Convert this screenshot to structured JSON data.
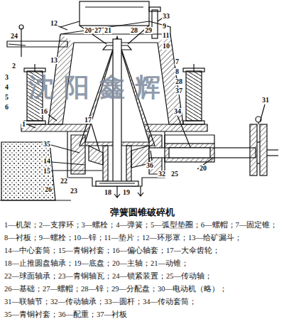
{
  "diagram": {
    "title": "弹簧圆锥破碎机",
    "labels": [
      "33",
      "9",
      "11",
      "12",
      "20",
      "27",
      "21",
      "28",
      "29",
      "24",
      "10",
      "7",
      "8",
      "13",
      "2",
      "3",
      "4",
      "5",
      "6",
      "28",
      "37",
      "16",
      "1",
      "17",
      "34",
      "31",
      "35",
      "36",
      "14",
      "15",
      "32",
      "25",
      "20",
      "26",
      "22",
      "23",
      "18",
      "19",
      "沈阳鑫辉",
      "1—机架；2—支撑环；3—螺栓；4—弹簧；5—弧型垫圈；6—螺帽；7—固定锥；",
      "8—衬板；9—螺栓；10—锌；11—垫片；12—环形罩；13—给矿漏斗；",
      "14—中心套筒；15—青铜衬套；16—偏心轴套；17—大伞齿轮；",
      "18—止推圆盘轴承；19—底盘；20—主轴；21—动锥；",
      "22—球面轴承；23—青铜轴瓦；24—锁紧装置；25—传动轴；",
      "26—基础；27—螺帽；28—锌；29—分配盘；30—电动机（略）；",
      "31—联轴节；32—传动轴承；33—圆杆；34—传动套筒；",
      "35—青铜衬套；36—配重；37—衬板"
    ]
  }
}
